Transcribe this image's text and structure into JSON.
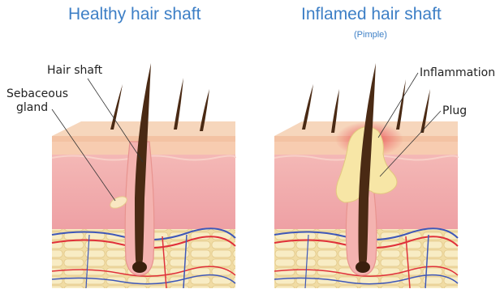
{
  "left_panel": {
    "title": "Healthy hair shaft",
    "labels": {
      "hair_shaft": "Hair shaft",
      "sebaceous_line1": "Sebaceous",
      "sebaceous_line2": "gland"
    }
  },
  "right_panel": {
    "title": "Inflamed hair shaft",
    "subtitle": "(Pimple)",
    "labels": {
      "inflammation": "Inflammation",
      "plug": "Plug"
    }
  },
  "colors": {
    "title": "#3d7fc6",
    "skin_top": "#f6d4b8",
    "dermis": "#f0a6a8",
    "fat": "#f3e3b3",
    "hair": "#4a2a14",
    "plug": "#f7e6a6",
    "inflammation": "#e8424c",
    "artery": "#e0303a",
    "vein": "#3e57b8"
  }
}
